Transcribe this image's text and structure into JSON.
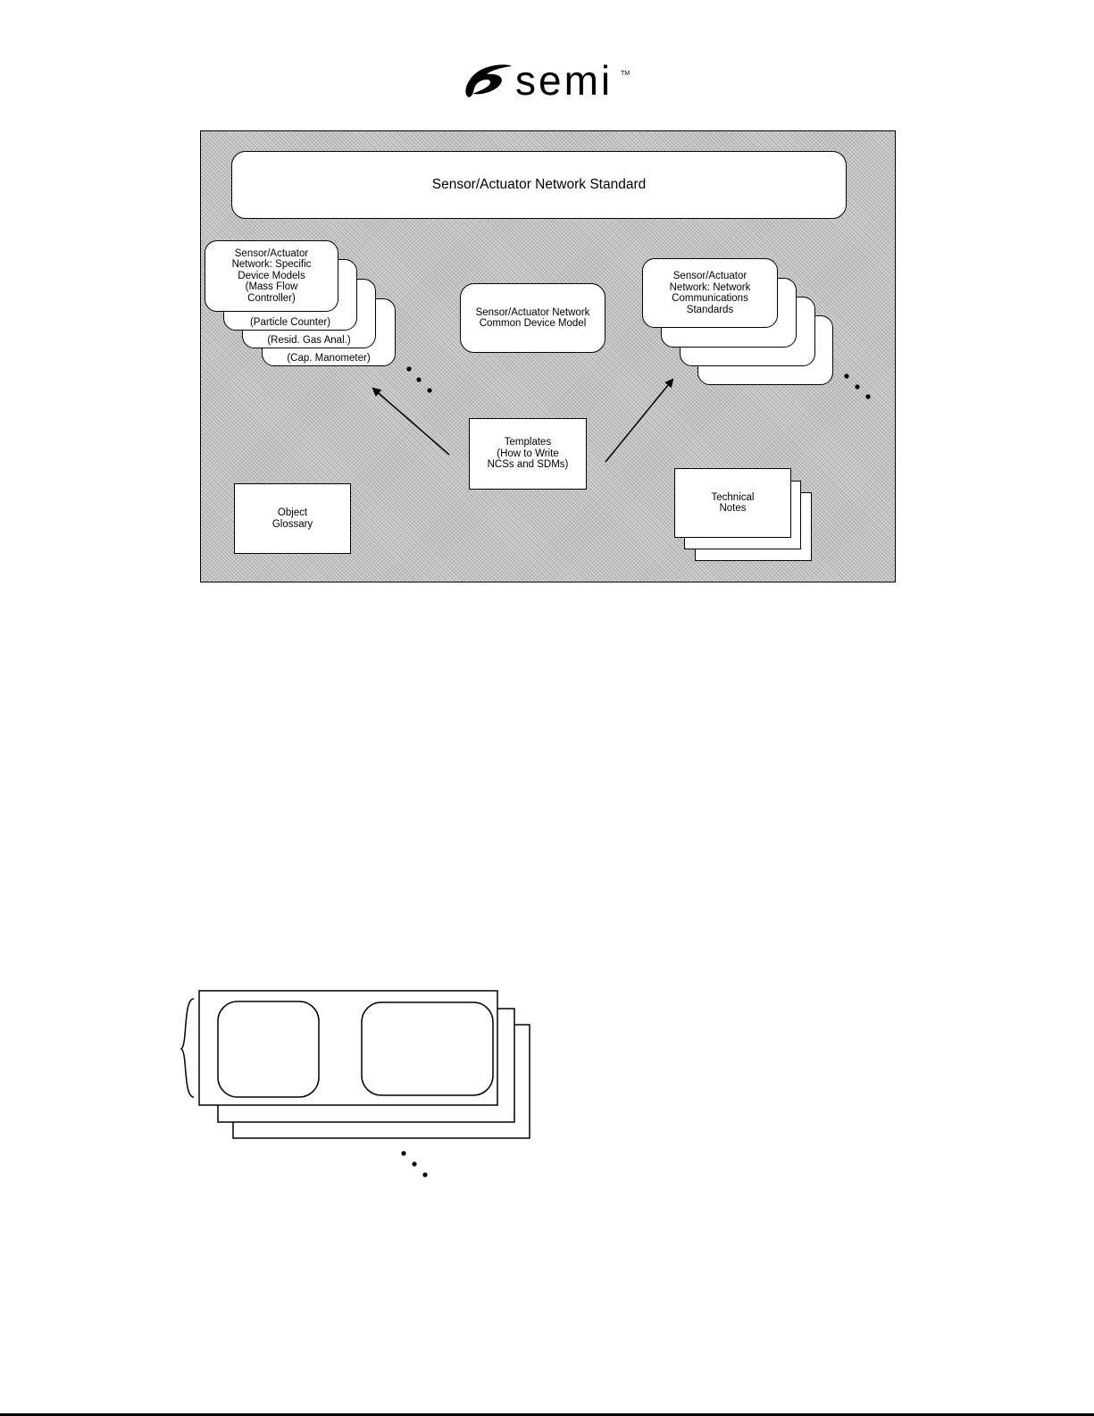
{
  "logo": {
    "text": "semi",
    "tm": "TM"
  },
  "diagram": {
    "standard_title": "Sensor/Actuator Network Standard",
    "specific_device_models": "Sensor/Actuator\nNetwork: Specific\nDevice Models\n(Mass Flow\nController)",
    "particle_counter": "(Particle Counter)",
    "resid_gas": "(Resid. Gas Anal.)",
    "cap_manometer": "(Cap. Manometer)",
    "common_device_model": "Sensor/Actuator Network\nCommon Device Model",
    "network_comm_standards": "Sensor/Actuator\nNetwork: Network\nCommunications\nStandards",
    "templates": "Templates\n(How to Write\nNCSs and SDMs)",
    "object_glossary": "Object\nGlossary",
    "technical_notes": "Technical\nNotes"
  },
  "colors": {
    "background": "#ffffff",
    "stipple": "#c8c8c8",
    "ink": "#000000"
  }
}
